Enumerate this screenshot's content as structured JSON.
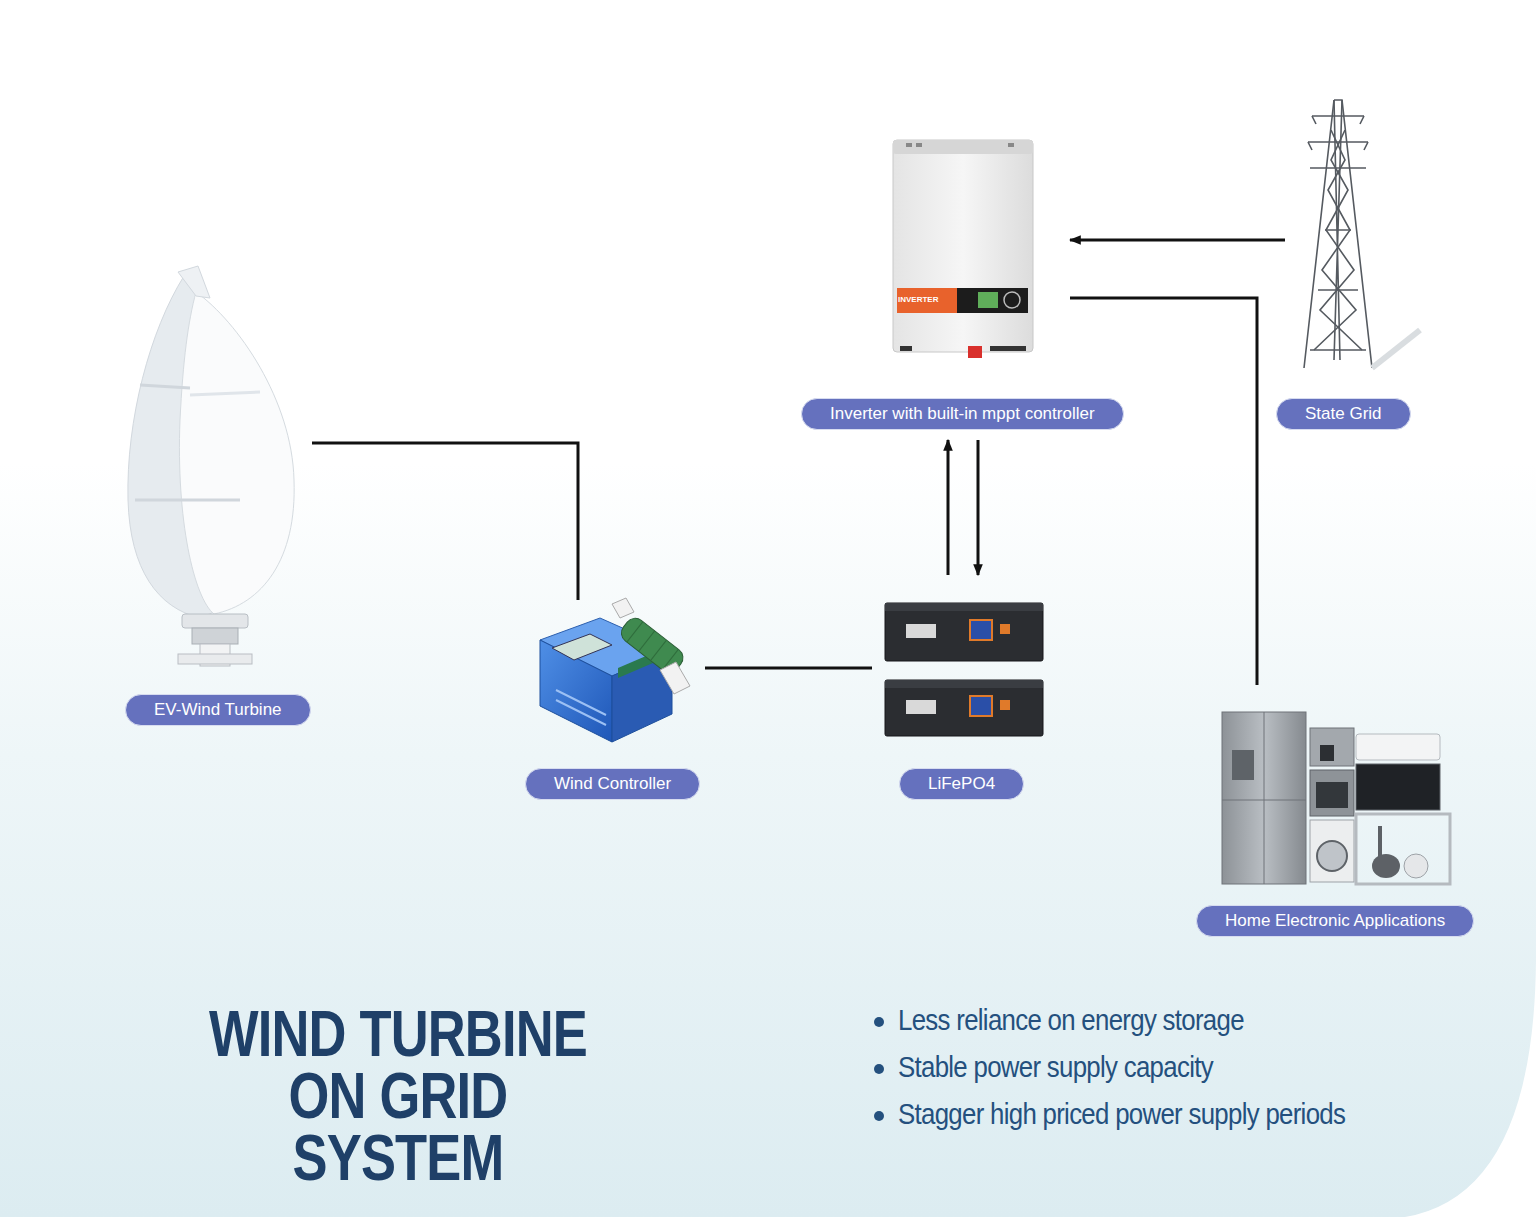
{
  "diagram": {
    "title": "WIND TURBINE ON GRID SYSTEM",
    "nodes": [
      {
        "text": [
          "EV-Wind Turbine"
        ]
      },
      {
        "text": [
          "Wind Controller"
        ]
      },
      {
        "text": [
          "LiFePO4"
        ]
      },
      {
        "text": [
          "Inverter with built-in mppt controller"
        ]
      },
      {
        "text": [
          "State Grid"
        ]
      },
      {
        "text": [
          "Home Electronic Applications"
        ]
      }
    ],
    "edges": [
      {
        "from": 0,
        "to": 1,
        "arrow": "none"
      },
      {
        "from": 1,
        "to": 2,
        "arrow": "none"
      },
      {
        "from": 2,
        "to": 3,
        "arrow": "to"
      },
      {
        "from": 3,
        "to": 2,
        "arrow": "to"
      },
      {
        "from": 4,
        "to": 3,
        "arrow": "to"
      },
      {
        "from": 3,
        "to": 5,
        "arrow": "none"
      }
    ],
    "labels": [
      "INVERTER",
      "Less reliance on energy storage",
      "Stable power supply capacity",
      "Stagger high priced power supply periods"
    ]
  }
}
